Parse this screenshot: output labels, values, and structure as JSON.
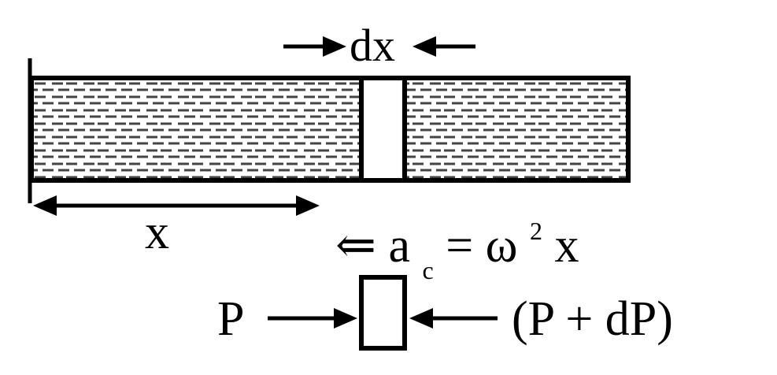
{
  "diagram": {
    "labels": {
      "dx": "dx",
      "x": "x",
      "accel_arrow": "⇐",
      "accel_a": "a",
      "accel_sub": "c",
      "accel_eq": " = ω",
      "accel_sup": "2",
      "accel_x": "x",
      "pressure_left": "P",
      "pressure_right": "(P + dP)"
    },
    "colors": {
      "ink": "#000000",
      "background": "#ffffff"
    }
  }
}
